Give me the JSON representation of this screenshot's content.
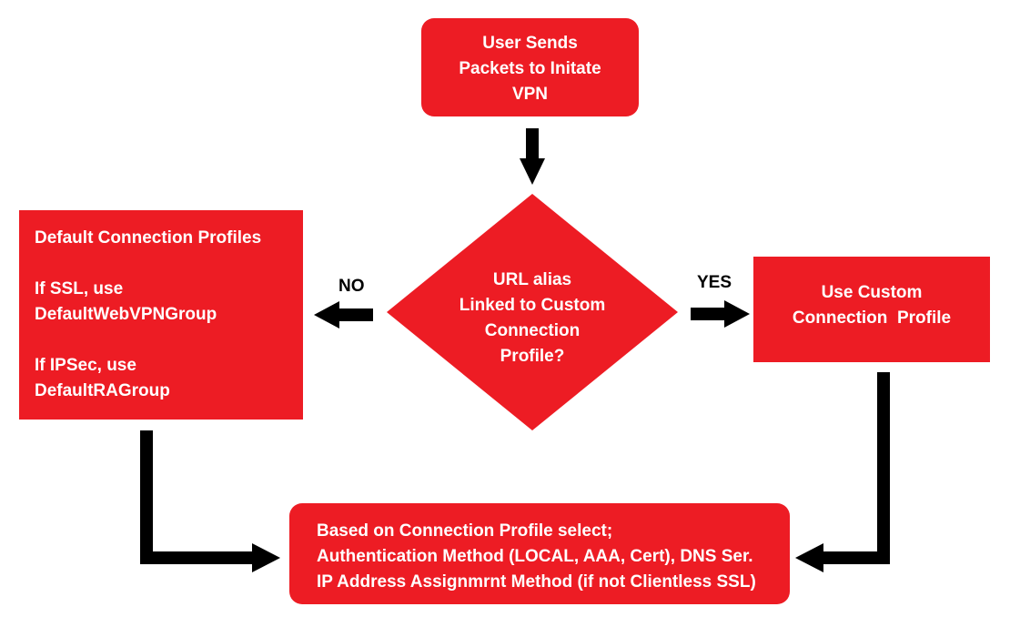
{
  "colors": {
    "box_fill": "#ed1c24",
    "text": "#ffffff",
    "arrow": "#000000"
  },
  "start": {
    "lines": [
      "User Sends",
      "Packets to Initate",
      "VPN"
    ]
  },
  "decision": {
    "lines": [
      "URL alias",
      "Linked to Custom",
      "Connection",
      "Profile?"
    ]
  },
  "branches": {
    "no_label": "NO",
    "yes_label": "YES"
  },
  "default_profiles": {
    "title": "Default Connection Profiles",
    "ssl_line1": "If SSL, use",
    "ssl_line2": "DefaultWebVPNGroup",
    "ipsec_line1": "If IPSec, use",
    "ipsec_line2": "DefaultRAGroup"
  },
  "custom_profile": {
    "lines": [
      "Use Custom",
      "Connection  Profile"
    ]
  },
  "result": {
    "lines": [
      "Based on Connection Profile select;",
      "Authentication Method (LOCAL, AAA, Cert), DNS Ser.",
      "IP Address Assignmrnt Method (if not Clientless SSL)"
    ]
  }
}
